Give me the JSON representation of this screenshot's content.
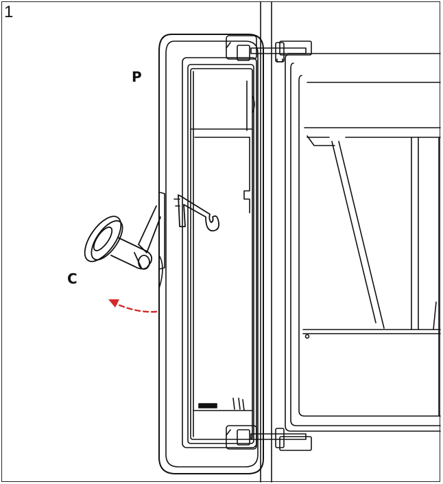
{
  "figure": {
    "step_number": "1",
    "callouts": {
      "p": "P",
      "c": "C"
    },
    "colors": {
      "line": "#111111",
      "arrow": "#d42a2a",
      "panel": "#ffffff"
    }
  }
}
